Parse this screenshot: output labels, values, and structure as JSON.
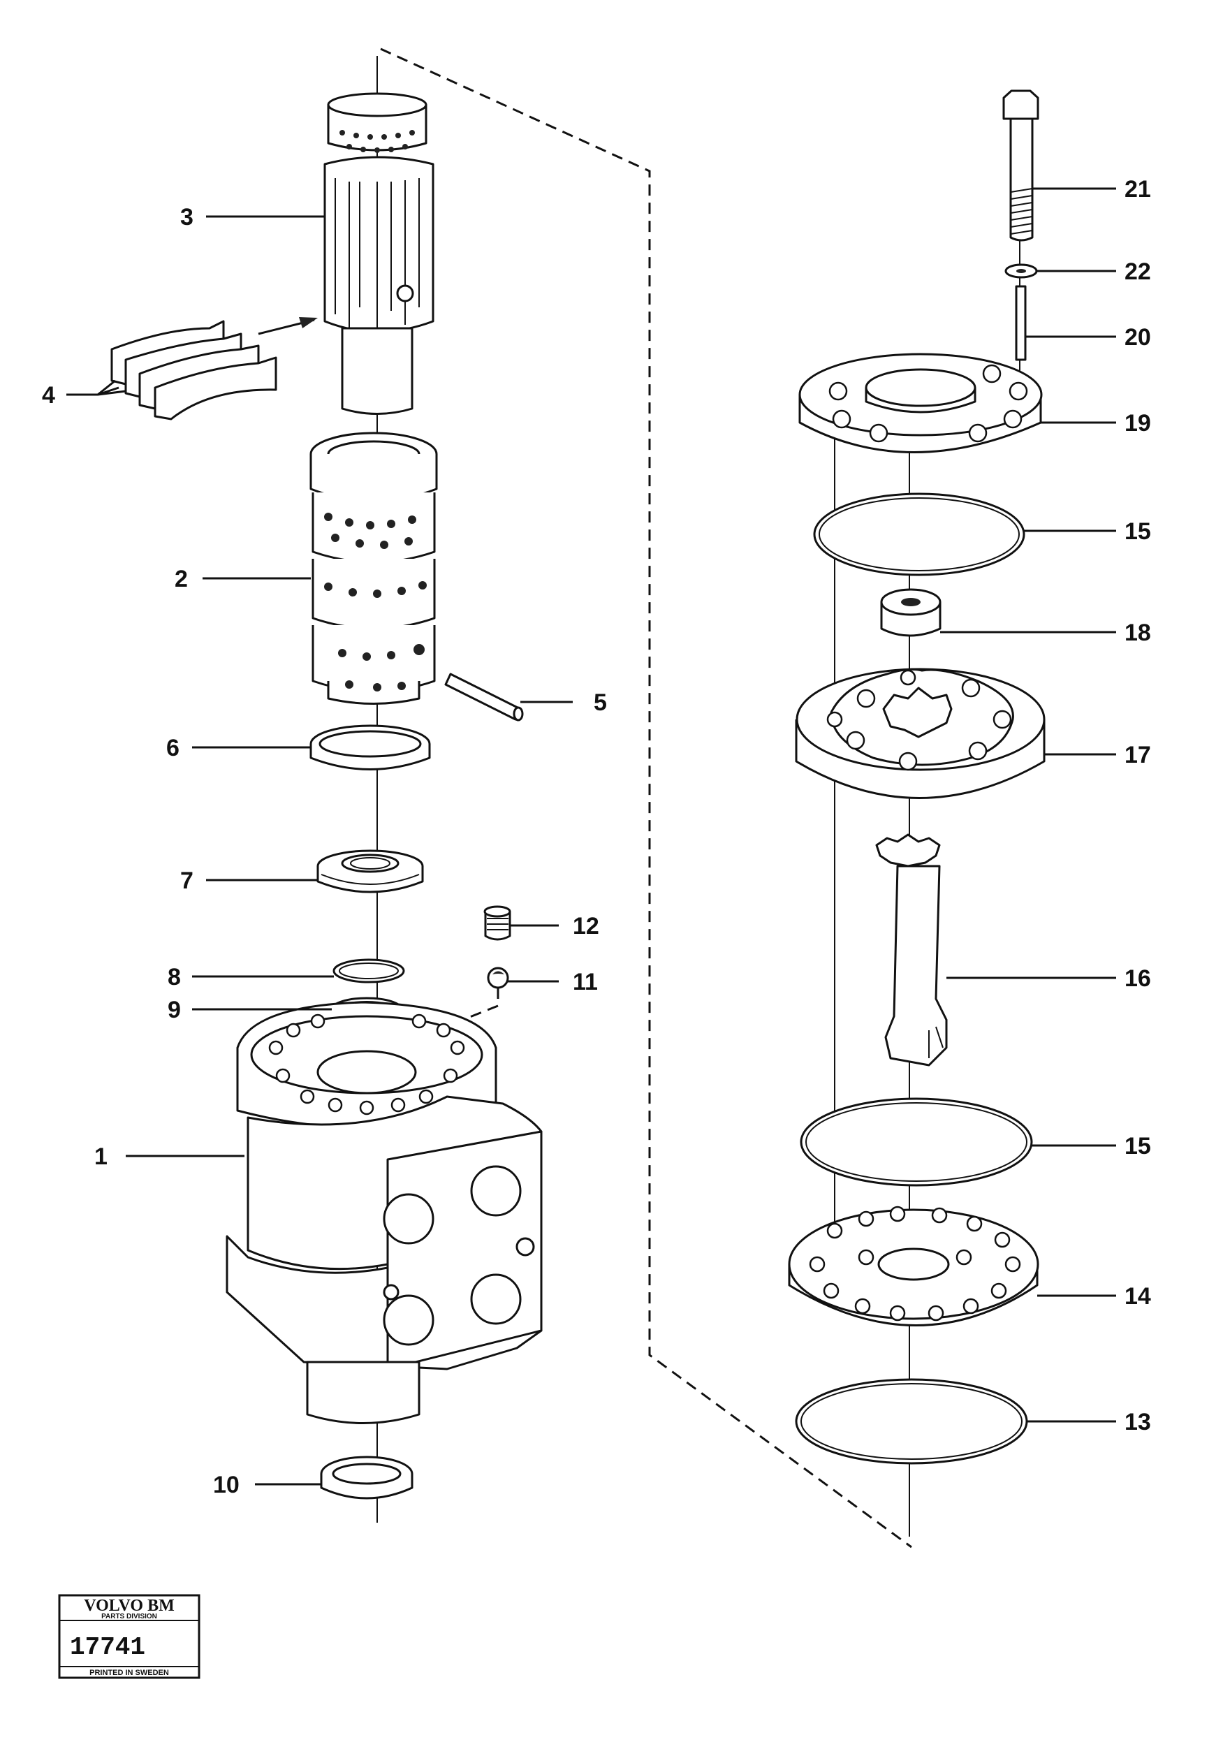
{
  "callouts": [
    "1",
    "2",
    "3",
    "4",
    "5",
    "6",
    "7",
    "8",
    "9",
    "10",
    "11",
    "12",
    "13",
    "14",
    "15",
    "15",
    "16",
    "17",
    "18",
    "19",
    "20",
    "21",
    "22"
  ],
  "stamp": {
    "brand": "VOLVO BM",
    "division": "PARTS DIVISION",
    "number": "17741",
    "printed": "PRINTED IN SWEDEN"
  }
}
